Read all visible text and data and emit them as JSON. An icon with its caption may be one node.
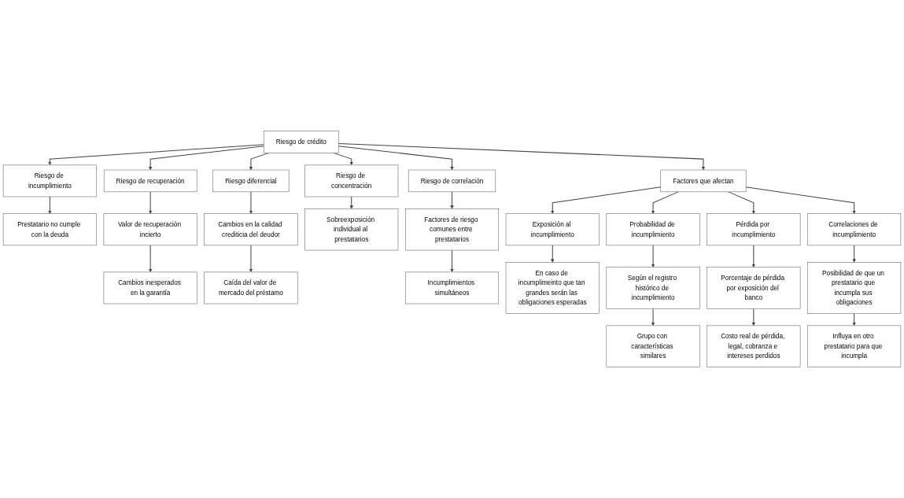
{
  "diagram": {
    "nodes": [
      {
        "text": [
          "Riesgo de crédito"
        ]
      },
      {
        "text": [
          "Riesgo de incumplimiento"
        ]
      },
      {
        "text": [
          "Riesgo de recuperación"
        ]
      },
      {
        "text": [
          "Riesgo diferencial"
        ]
      },
      {
        "text": [
          "Riesgo de concentración"
        ]
      },
      {
        "text": [
          "Riesgo de correlación"
        ]
      },
      {
        "text": [
          "Prestatario no cumple con la deuda"
        ]
      },
      {
        "text": [
          "Valor de recuperación incierto"
        ]
      },
      {
        "text": [
          "Cambios inesperados en la garantía"
        ]
      },
      {
        "text": [
          "Cambios en la calidad crediticia del deudor"
        ]
      },
      {
        "text": [
          "Caída del valor de mercado del préstamo"
        ]
      },
      {
        "text": [
          "Sobreexposición individual al prestatarios"
        ]
      },
      {
        "text": [
          "Factores de riesgo comunes entre prestatarios"
        ]
      },
      {
        "text": [
          "Incumplimientos simultáneos"
        ]
      },
      {
        "text": [
          "Factores que afectan"
        ]
      },
      {
        "text": [
          "Exposición al incumplimiento"
        ]
      },
      {
        "text": [
          "Probabilidad de incumplimiento"
        ]
      },
      {
        "text": [
          "Pérdida por incumplimiento"
        ]
      },
      {
        "text": [
          "Correlaciones de incumplimiento"
        ]
      },
      {
        "text": [
          "En caso de incumplimeinto que tan grandes serán las obligaciones esperadas"
        ]
      },
      {
        "text": [
          "Según el registro histórico de incumplimiento"
        ]
      },
      {
        "text": [
          "Grupo con características similares"
        ]
      },
      {
        "text": [
          "Porcentaje de pérdida por exposición del banco"
        ]
      },
      {
        "text": [
          "Costo real de pérdida, legal, cobranza e intereses perdidos"
        ]
      },
      {
        "text": [
          "Posibilidad de que un prestatario que incumpla sus obligaciones"
        ]
      },
      {
        "text": [
          "Influya en otro prestatario para que incumpla"
        ]
      }
    ],
    "edges": [
      {
        "from": 0,
        "to": 1,
        "arrow": "to"
      },
      {
        "from": 0,
        "to": 2,
        "arrow": "to"
      },
      {
        "from": 0,
        "to": 3,
        "arrow": "to"
      },
      {
        "from": 0,
        "to": 4,
        "arrow": "to"
      },
      {
        "from": 0,
        "to": 5,
        "arrow": "to"
      },
      {
        "from": 0,
        "to": 14,
        "arrow": "to"
      },
      {
        "from": 1,
        "to": 6,
        "arrow": "to"
      },
      {
        "from": 2,
        "to": 7,
        "arrow": "to"
      },
      {
        "from": 7,
        "to": 8,
        "arrow": "to"
      },
      {
        "from": 3,
        "to": 9,
        "arrow": "to"
      },
      {
        "from": 9,
        "to": 10,
        "arrow": "to"
      },
      {
        "from": 4,
        "to": 11,
        "arrow": "to"
      },
      {
        "from": 5,
        "to": 12,
        "arrow": "to"
      },
      {
        "from": 12,
        "to": 13,
        "arrow": "to"
      },
      {
        "from": 14,
        "to": 15,
        "arrow": "to"
      },
      {
        "from": 14,
        "to": 16,
        "arrow": "to"
      },
      {
        "from": 14,
        "to": 17,
        "arrow": "to"
      },
      {
        "from": 14,
        "to": 18,
        "arrow": "to"
      },
      {
        "from": 15,
        "to": 19,
        "arrow": "to"
      },
      {
        "from": 16,
        "to": 20,
        "arrow": "to"
      },
      {
        "from": 20,
        "to": 21,
        "arrow": "to"
      },
      {
        "from": 17,
        "to": 22,
        "arrow": "to"
      },
      {
        "from": 22,
        "to": 23,
        "arrow": "to"
      },
      {
        "from": 18,
        "to": 24,
        "arrow": "to"
      },
      {
        "from": 24,
        "to": 25,
        "arrow": "to"
      }
    ]
  }
}
